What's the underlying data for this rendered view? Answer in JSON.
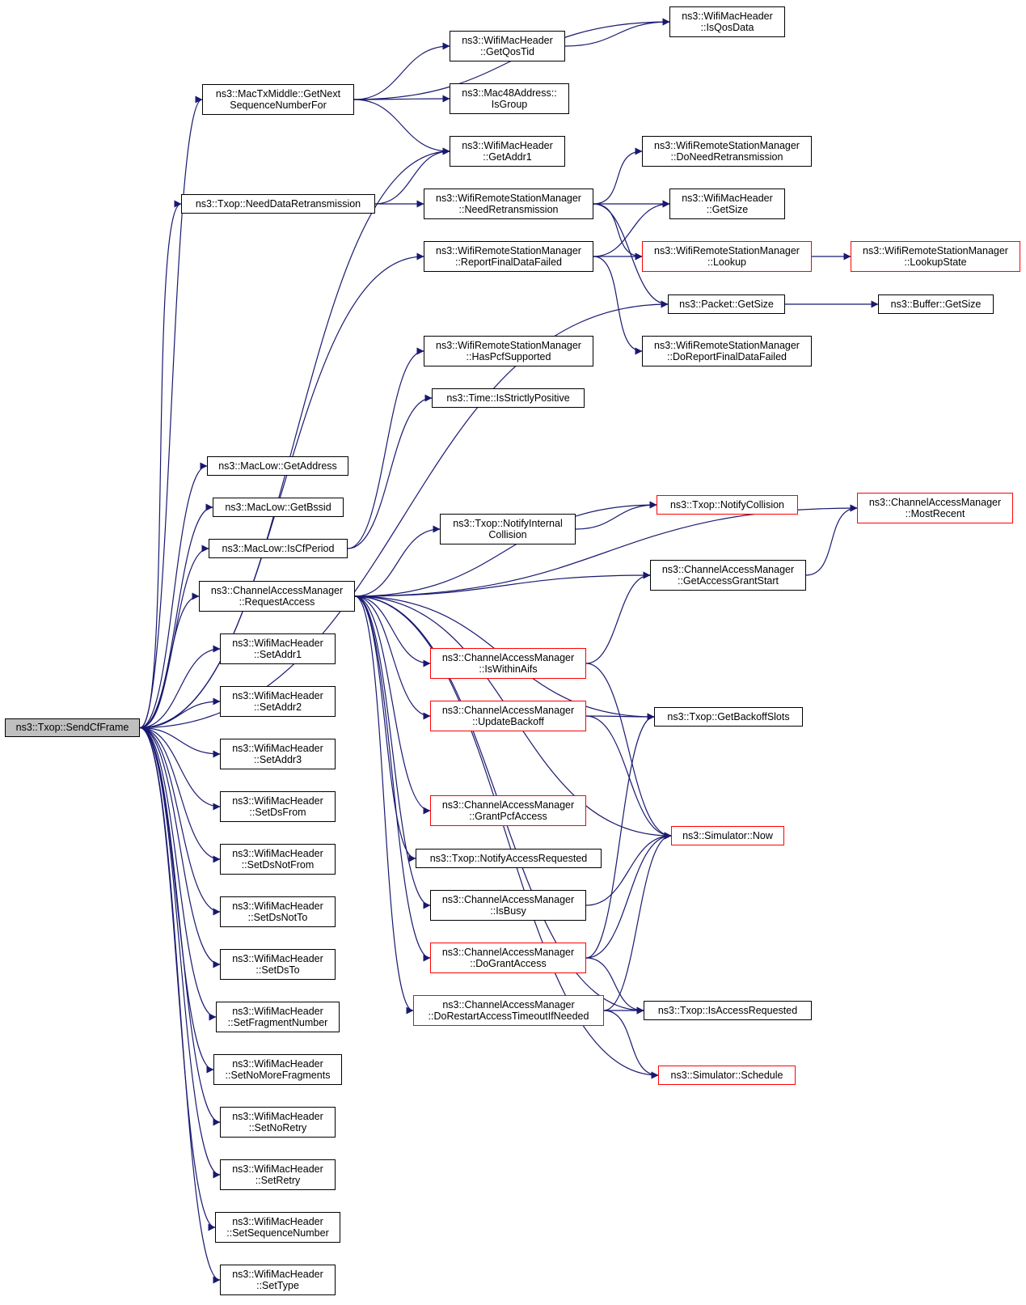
{
  "colors": {
    "edge": "#191970",
    "node_border": "#000000",
    "truncated_border": "#ff0000",
    "root_fill": "#bfbfbf"
  },
  "nodes": {
    "root": {
      "lines": [
        "ns3::Txop::SendCfFrame"
      ],
      "truncated": false
    },
    "gnsn": {
      "lines": [
        "ns3::MacTxMiddle::GetNext",
        "SequenceNumberFor"
      ],
      "truncated": false
    },
    "isqosdata": {
      "lines": [
        "ns3::WifiMacHeader",
        "::IsQosData"
      ],
      "truncated": false
    },
    "getqostid": {
      "lines": [
        "ns3::WifiMacHeader",
        "::GetQosTid"
      ],
      "truncated": false
    },
    "isgroup": {
      "lines": [
        "ns3::Mac48Address::",
        "IsGroup"
      ],
      "truncated": false
    },
    "getaddr1": {
      "lines": [
        "ns3::WifiMacHeader",
        "::GetAddr1"
      ],
      "truncated": false
    },
    "doneedretx": {
      "lines": [
        "ns3::WifiRemoteStationManager",
        "::DoNeedRetransmission"
      ],
      "truncated": false
    },
    "needdataretx": {
      "lines": [
        "ns3::Txop::NeedDataRetransmission"
      ],
      "truncated": false
    },
    "needretx": {
      "lines": [
        "ns3::WifiRemoteStationManager",
        "::NeedRetransmission"
      ],
      "truncated": false
    },
    "hdrgetsize": {
      "lines": [
        "ns3::WifiMacHeader",
        "::GetSize"
      ],
      "truncated": false
    },
    "rfdf": {
      "lines": [
        "ns3::WifiRemoteStationManager",
        "::ReportFinalDataFailed"
      ],
      "truncated": false
    },
    "lookup": {
      "lines": [
        "ns3::WifiRemoteStationManager",
        "::Lookup"
      ],
      "truncated": true
    },
    "lookupstate": {
      "lines": [
        "ns3::WifiRemoteStationManager",
        "::LookupState"
      ],
      "truncated": true
    },
    "pktgetsize": {
      "lines": [
        "ns3::Packet::GetSize"
      ],
      "truncated": false
    },
    "bufgetsize": {
      "lines": [
        "ns3::Buffer::GetSize"
      ],
      "truncated": false
    },
    "dorfdf": {
      "lines": [
        "ns3::WifiRemoteStationManager",
        "::DoReportFinalDataFailed"
      ],
      "truncated": false
    },
    "haspcf": {
      "lines": [
        "ns3::WifiRemoteStationManager",
        "::HasPcfSupported"
      ],
      "truncated": false
    },
    "strictpos": {
      "lines": [
        "ns3::Time::IsStrictlyPositive"
      ],
      "truncated": false
    },
    "getaddress": {
      "lines": [
        "ns3::MacLow::GetAddress"
      ],
      "truncated": false
    },
    "getbssid": {
      "lines": [
        "ns3::MacLow::GetBssid"
      ],
      "truncated": false
    },
    "iscfperiod": {
      "lines": [
        "ns3::MacLow::IsCfPeriod"
      ],
      "truncated": false
    },
    "notifycoll": {
      "lines": [
        "ns3::Txop::NotifyCollision"
      ],
      "truncated": true
    },
    "mostrecent": {
      "lines": [
        "ns3::ChannelAccessManager",
        "::MostRecent"
      ],
      "truncated": true
    },
    "notifyint": {
      "lines": [
        "ns3::Txop::NotifyInternal",
        "Collision"
      ],
      "truncated": false
    },
    "getaccgs": {
      "lines": [
        "ns3::ChannelAccessManager",
        "::GetAccessGrantStart"
      ],
      "truncated": false
    },
    "reqaccess": {
      "lines": [
        "ns3::ChannelAccessManager",
        "::RequestAccess"
      ],
      "truncated": false
    },
    "iswithin": {
      "lines": [
        "ns3::ChannelAccessManager",
        "::IsWithinAifs"
      ],
      "truncated": true
    },
    "updbackoff": {
      "lines": [
        "ns3::ChannelAccessManager",
        "::UpdateBackoff"
      ],
      "truncated": true
    },
    "getbackoff": {
      "lines": [
        "ns3::Txop::GetBackoffSlots"
      ],
      "truncated": false
    },
    "grantpcf": {
      "lines": [
        "ns3::ChannelAccessManager",
        "::GrantPcfAccess"
      ],
      "truncated": true
    },
    "now": {
      "lines": [
        "ns3::Simulator::Now"
      ],
      "truncated": true
    },
    "notifyacc": {
      "lines": [
        "ns3::Txop::NotifyAccessRequested"
      ],
      "truncated": false
    },
    "isbusy": {
      "lines": [
        "ns3::ChannelAccessManager",
        "::IsBusy"
      ],
      "truncated": false
    },
    "dogrant": {
      "lines": [
        "ns3::ChannelAccessManager",
        "::DoGrantAccess"
      ],
      "truncated": true
    },
    "dorestart": {
      "lines": [
        "ns3::ChannelAccessManager",
        "::DoRestartAccessTimeoutIfNeeded"
      ],
      "truncated": true
    },
    "isaccreq": {
      "lines": [
        "ns3::Txop::IsAccessRequested"
      ],
      "truncated": false
    },
    "schedule": {
      "lines": [
        "ns3::Simulator::Schedule"
      ],
      "truncated": true
    },
    "setaddr1": {
      "lines": [
        "ns3::WifiMacHeader",
        "::SetAddr1"
      ],
      "truncated": false
    },
    "setaddr2": {
      "lines": [
        "ns3::WifiMacHeader",
        "::SetAddr2"
      ],
      "truncated": false
    },
    "setaddr3": {
      "lines": [
        "ns3::WifiMacHeader",
        "::SetAddr3"
      ],
      "truncated": false
    },
    "setdsfrom": {
      "lines": [
        "ns3::WifiMacHeader",
        "::SetDsFrom"
      ],
      "truncated": false
    },
    "setdsnotfrom": {
      "lines": [
        "ns3::WifiMacHeader",
        "::SetDsNotFrom"
      ],
      "truncated": false
    },
    "setdsnotto": {
      "lines": [
        "ns3::WifiMacHeader",
        "::SetDsNotTo"
      ],
      "truncated": false
    },
    "setdsto": {
      "lines": [
        "ns3::WifiMacHeader",
        "::SetDsTo"
      ],
      "truncated": false
    },
    "setfrag": {
      "lines": [
        "ns3::WifiMacHeader",
        "::SetFragmentNumber"
      ],
      "truncated": false
    },
    "setnomore": {
      "lines": [
        "ns3::WifiMacHeader",
        "::SetNoMoreFragments"
      ],
      "truncated": false
    },
    "setnoretry": {
      "lines": [
        "ns3::WifiMacHeader",
        "::SetNoRetry"
      ],
      "truncated": false
    },
    "setretry": {
      "lines": [
        "ns3::WifiMacHeader",
        "::SetRetry"
      ],
      "truncated": false
    },
    "setseq": {
      "lines": [
        "ns3::WifiMacHeader",
        "::SetSequenceNumber"
      ],
      "truncated": false
    },
    "settype": {
      "lines": [
        "ns3::WifiMacHeader",
        "::SetType"
      ],
      "truncated": false
    }
  },
  "edges": [
    [
      "root",
      "gnsn"
    ],
    [
      "root",
      "getaddr1"
    ],
    [
      "root",
      "needdataretx"
    ],
    [
      "root",
      "rfdf"
    ],
    [
      "root",
      "pktgetsize"
    ],
    [
      "root",
      "getaddress"
    ],
    [
      "root",
      "getbssid"
    ],
    [
      "root",
      "iscfperiod"
    ],
    [
      "root",
      "reqaccess"
    ],
    [
      "root",
      "setaddr1"
    ],
    [
      "root",
      "setaddr2"
    ],
    [
      "root",
      "setaddr3"
    ],
    [
      "root",
      "setdsfrom"
    ],
    [
      "root",
      "setdsnotfrom"
    ],
    [
      "root",
      "setdsnotto"
    ],
    [
      "root",
      "setdsto"
    ],
    [
      "root",
      "setfrag"
    ],
    [
      "root",
      "setnomore"
    ],
    [
      "root",
      "setnoretry"
    ],
    [
      "root",
      "setretry"
    ],
    [
      "root",
      "setseq"
    ],
    [
      "root",
      "settype"
    ],
    [
      "gnsn",
      "isqosdata"
    ],
    [
      "gnsn",
      "getqostid"
    ],
    [
      "gnsn",
      "isgroup"
    ],
    [
      "gnsn",
      "getaddr1"
    ],
    [
      "getqostid",
      "isqosdata"
    ],
    [
      "needdataretx",
      "getaddr1"
    ],
    [
      "needdataretx",
      "needretx"
    ],
    [
      "needretx",
      "doneedretx"
    ],
    [
      "needretx",
      "hdrgetsize"
    ],
    [
      "needretx",
      "lookup"
    ],
    [
      "needretx",
      "pktgetsize"
    ],
    [
      "rfdf",
      "hdrgetsize"
    ],
    [
      "rfdf",
      "lookup"
    ],
    [
      "rfdf",
      "dorfdf"
    ],
    [
      "lookup",
      "lookupstate"
    ],
    [
      "pktgetsize",
      "bufgetsize"
    ],
    [
      "iscfperiod",
      "haspcf"
    ],
    [
      "iscfperiod",
      "strictpos"
    ],
    [
      "reqaccess",
      "notifyint"
    ],
    [
      "reqaccess",
      "notifycoll"
    ],
    [
      "reqaccess",
      "mostrecent"
    ],
    [
      "reqaccess",
      "getaccgs"
    ],
    [
      "reqaccess",
      "getbackoff"
    ],
    [
      "reqaccess",
      "iswithin"
    ],
    [
      "reqaccess",
      "updbackoff"
    ],
    [
      "reqaccess",
      "grantpcf"
    ],
    [
      "reqaccess",
      "now"
    ],
    [
      "reqaccess",
      "notifyacc"
    ],
    [
      "reqaccess",
      "isbusy"
    ],
    [
      "reqaccess",
      "dogrant"
    ],
    [
      "reqaccess",
      "dorestart"
    ],
    [
      "reqaccess",
      "isaccreq"
    ],
    [
      "reqaccess",
      "schedule"
    ],
    [
      "notifyint",
      "notifycoll"
    ],
    [
      "getaccgs",
      "mostrecent"
    ],
    [
      "iswithin",
      "getaccgs"
    ],
    [
      "iswithin",
      "now"
    ],
    [
      "updbackoff",
      "getbackoff"
    ],
    [
      "updbackoff",
      "now"
    ],
    [
      "isbusy",
      "now"
    ],
    [
      "dogrant",
      "now"
    ],
    [
      "dogrant",
      "getbackoff"
    ],
    [
      "dogrant",
      "isaccreq"
    ],
    [
      "dorestart",
      "now"
    ],
    [
      "dorestart",
      "isaccreq"
    ],
    [
      "dorestart",
      "schedule"
    ]
  ]
}
